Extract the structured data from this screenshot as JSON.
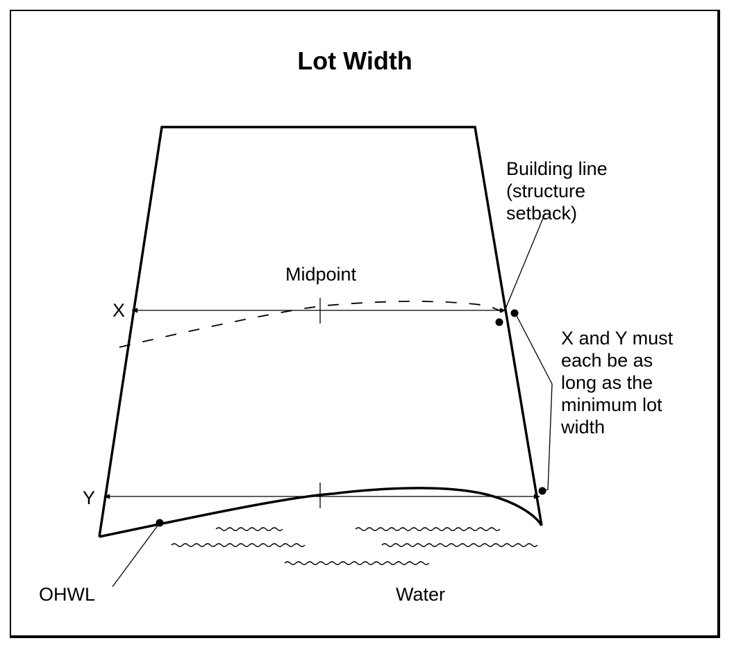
{
  "title": "Lot Width",
  "labels": {
    "building_line": [
      "Building line",
      "(structure",
      "setback)"
    ],
    "midpoint": "Midpoint",
    "x": "X",
    "y": "Y",
    "requirement": [
      "X and Y must",
      "each be as",
      "long as the",
      "minimum lot",
      "width"
    ],
    "ohwl": "OHWL",
    "water": "Water"
  },
  "colors": {
    "ink": "#000000",
    "background": "#ffffff"
  }
}
